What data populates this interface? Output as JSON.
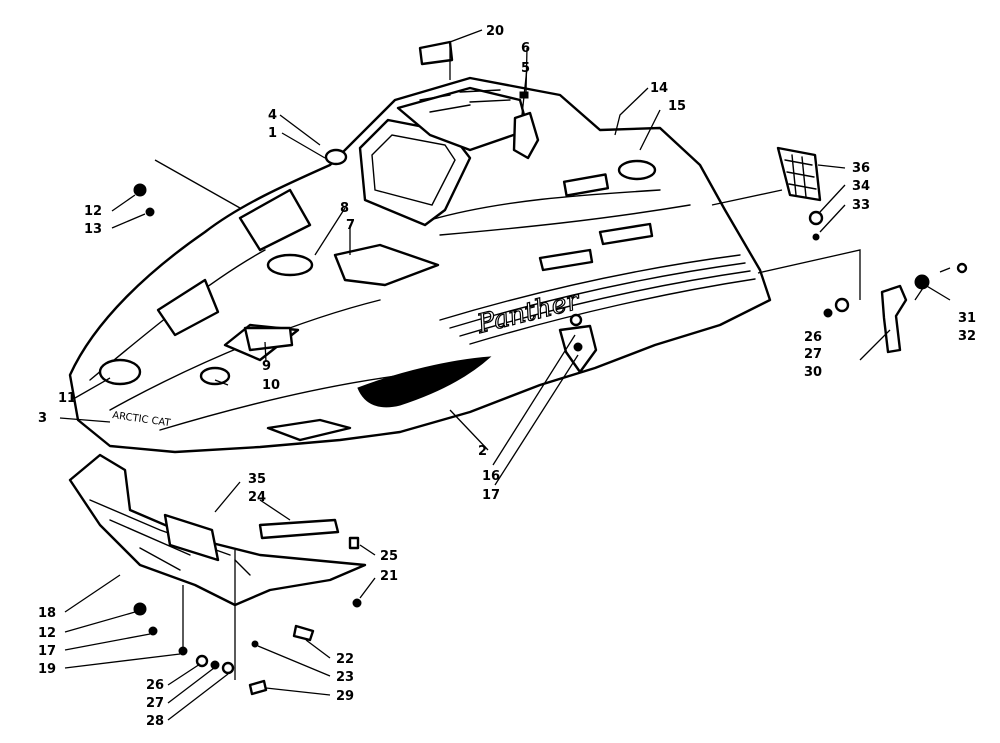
{
  "diagram": {
    "emblem_text": "Panther",
    "nose_decal_text": "ARCTIC CAT",
    "callouts": [
      {
        "id": "c20",
        "label": "20"
      },
      {
        "id": "c6",
        "label": "6"
      },
      {
        "id": "c5",
        "label": "5"
      },
      {
        "id": "c14",
        "label": "14"
      },
      {
        "id": "c15",
        "label": "15"
      },
      {
        "id": "c4",
        "label": "4"
      },
      {
        "id": "c1",
        "label": "1"
      },
      {
        "id": "c36",
        "label": "36"
      },
      {
        "id": "c34",
        "label": "34"
      },
      {
        "id": "c33",
        "label": "33"
      },
      {
        "id": "c12a",
        "label": "12"
      },
      {
        "id": "c13",
        "label": "13"
      },
      {
        "id": "c8",
        "label": "8"
      },
      {
        "id": "c7",
        "label": "7"
      },
      {
        "id": "c31",
        "label": "31"
      },
      {
        "id": "c32",
        "label": "32"
      },
      {
        "id": "c26a",
        "label": "26"
      },
      {
        "id": "c27a",
        "label": "27"
      },
      {
        "id": "c30",
        "label": "30"
      },
      {
        "id": "c9",
        "label": "9"
      },
      {
        "id": "c10",
        "label": "10"
      },
      {
        "id": "c11",
        "label": "11"
      },
      {
        "id": "c3",
        "label": "3"
      },
      {
        "id": "c2",
        "label": "2"
      },
      {
        "id": "c16",
        "label": "16"
      },
      {
        "id": "c17a",
        "label": "17"
      },
      {
        "id": "c35",
        "label": "35"
      },
      {
        "id": "c24",
        "label": "24"
      },
      {
        "id": "c25",
        "label": "25"
      },
      {
        "id": "c21",
        "label": "21"
      },
      {
        "id": "c18",
        "label": "18"
      },
      {
        "id": "c12b",
        "label": "12"
      },
      {
        "id": "c17b",
        "label": "17"
      },
      {
        "id": "c19",
        "label": "19"
      },
      {
        "id": "c22",
        "label": "22"
      },
      {
        "id": "c23",
        "label": "23"
      },
      {
        "id": "c26b",
        "label": "26"
      },
      {
        "id": "c27b",
        "label": "27"
      },
      {
        "id": "c29",
        "label": "29"
      },
      {
        "id": "c28",
        "label": "28"
      }
    ]
  }
}
